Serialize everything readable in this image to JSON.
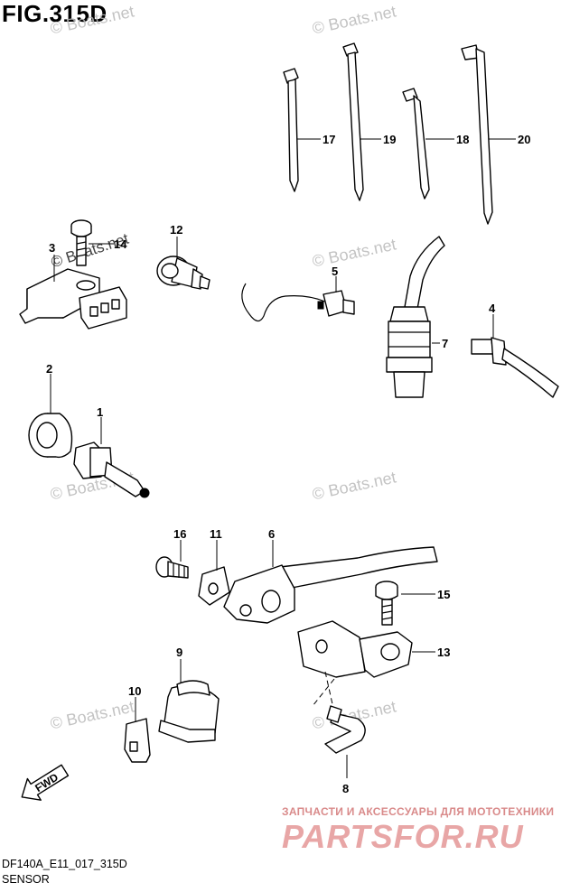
{
  "figure": {
    "title": "FIG.315D",
    "code": "DF140A_E11_017_315D",
    "name": "SENSOR"
  },
  "watermark_text": "© Boats.net",
  "direction_arrow_label": "FWD",
  "partsfor": {
    "tagline": "ЗАПЧАСТИ И АКСЕССУАРЫ ДЛЯ МОТОТЕХНИКИ",
    "logo": "PARTSFOR.RU"
  },
  "callouts": {
    "c1": "1",
    "c2": "2",
    "c3": "3",
    "c4": "4",
    "c5": "5",
    "c6": "6",
    "c7": "7",
    "c8": "8",
    "c9": "9",
    "c10": "10",
    "c11": "11",
    "c12": "12",
    "c13": "13",
    "c14": "14",
    "c15": "15",
    "c16": "16",
    "c17": "17",
    "c18": "18",
    "c19": "19",
    "c20": "20"
  }
}
